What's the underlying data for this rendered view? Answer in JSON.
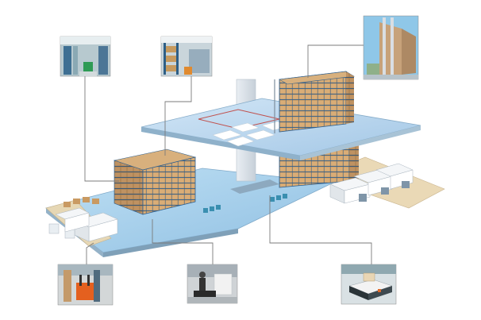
{
  "diagram": {
    "background": "#ffffff",
    "floor_color": "#a9cde8",
    "mezzanine_color": "#b9d7ef",
    "rack_color": "#c99a62",
    "rack_frame_color": "#2f5f8e",
    "leader_line_color": "#7b7b7b",
    "callouts": [
      {
        "id": "shelving-aisle-photo",
        "icon": "shelving-aisle-photo"
      },
      {
        "id": "pallet-rack-photo",
        "icon": "pallet-rack-photo"
      },
      {
        "id": "automated-stacker-crane-photo",
        "icon": "asrs-photo"
      },
      {
        "id": "reach-truck-photo",
        "icon": "forklift-photo"
      },
      {
        "id": "pallet-truck-photo",
        "icon": "pallet-truck-photo"
      },
      {
        "id": "agv-photo",
        "icon": "agv-photo"
      }
    ]
  }
}
